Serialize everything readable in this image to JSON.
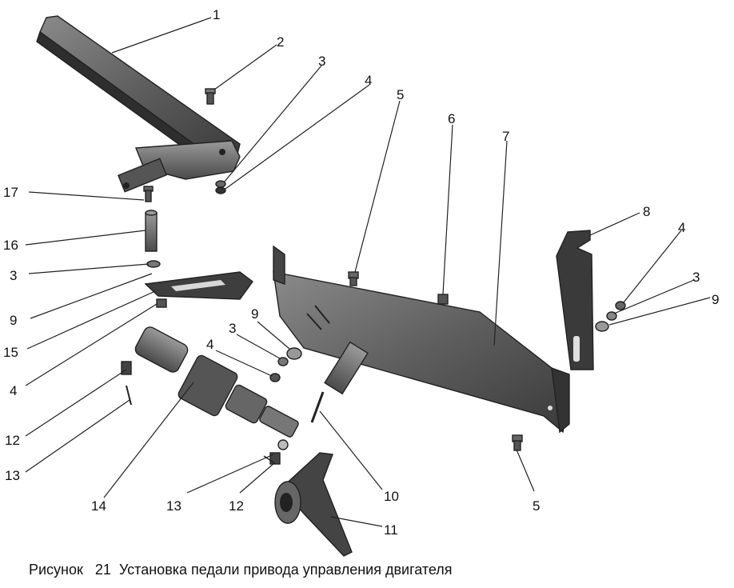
{
  "caption": {
    "prefix": "Рисунок",
    "number": "21",
    "text": "Установка педали привода управления двигателя"
  },
  "callouts": [
    "1",
    "2",
    "3",
    "4",
    "5",
    "6",
    "7",
    "8",
    "4",
    "3",
    "9",
    "17",
    "16",
    "3",
    "9",
    "15",
    "4",
    "9",
    "3",
    "4",
    "12",
    "13",
    "14",
    "13",
    "12",
    "10",
    "5",
    "11"
  ]
}
